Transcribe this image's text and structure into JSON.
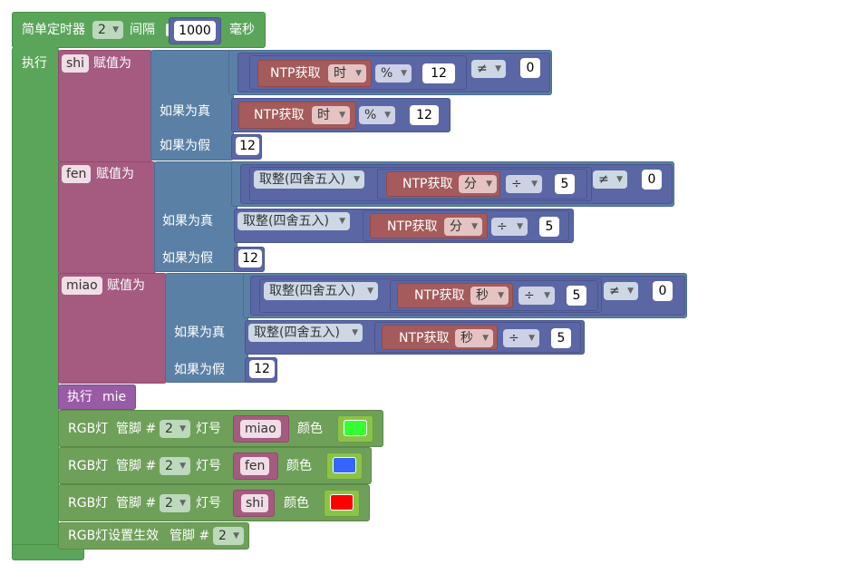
{
  "timer": {
    "label": "简单定时器",
    "timer_no": "2",
    "interval_label": "间隔",
    "interval_value": "1000",
    "unit": "毫秒",
    "do_label": "执行"
  },
  "assign_shi": {
    "var": "shi",
    "assign_label": "赋值为",
    "cond": {
      "ntp": "NTP获取",
      "unit": "时",
      "op": "%",
      "num": "12",
      "cmp": "≠",
      "cmp_num": "0"
    },
    "true_label": "如果为真",
    "true_expr": {
      "ntp": "NTP获取",
      "unit": "时",
      "op": "%",
      "num": "12"
    },
    "false_label": "如果为假",
    "false_val": "12"
  },
  "assign_fen": {
    "var": "fen",
    "assign_label": "赋值为",
    "cond": {
      "round": "取整(四舍五入)",
      "ntp": "NTP获取",
      "unit": "分",
      "op": "÷",
      "num": "5",
      "cmp": "≠",
      "cmp_num": "0"
    },
    "true_label": "如果为真",
    "true_expr": {
      "round": "取整(四舍五入)",
      "ntp": "NTP获取",
      "unit": "分",
      "op": "÷",
      "num": "5"
    },
    "false_label": "如果为假",
    "false_val": "12"
  },
  "assign_miao": {
    "var": "miao",
    "assign_label": "赋值为",
    "cond": {
      "round": "取整(四舍五入)",
      "ntp": "NTP获取",
      "unit": "秒",
      "op": "÷",
      "num": "5",
      "cmp": "≠",
      "cmp_num": "0"
    },
    "true_label": "如果为真",
    "true_expr": {
      "round": "取整(四舍五入)",
      "ntp": "NTP获取",
      "unit": "秒",
      "op": "÷",
      "num": "5"
    },
    "false_label": "如果为假",
    "false_val": "12"
  },
  "call_mie": {
    "label": "执行",
    "name": "mie"
  },
  "rgb": [
    {
      "label": "RGB灯",
      "pin_label": "管脚 #",
      "pin": "2",
      "led_label": "灯号",
      "var": "miao",
      "color_label": "颜色",
      "color": "#33ff33"
    },
    {
      "label": "RGB灯",
      "pin_label": "管脚 #",
      "pin": "2",
      "led_label": "灯号",
      "var": "fen",
      "color_label": "颜色",
      "color": "#3366ff"
    },
    {
      "label": "RGB灯",
      "pin_label": "管脚 #",
      "pin": "2",
      "led_label": "灯号",
      "var": "shi",
      "color_label": "颜色",
      "color": "#ff0000"
    }
  ],
  "rgb_apply": {
    "label": "RGB灯设置生效",
    "pin_label": "管脚 #",
    "pin": "2"
  },
  "colors": {
    "timer_green": "#5ba55b",
    "rgb_green": "#6fa05a",
    "variable_maroon": "#a55b80",
    "logic_steel": "#5b80a5",
    "math_indigo": "#5b67a5",
    "ntp_red": "#a55b5b",
    "procedure_purple": "#995ba5"
  }
}
